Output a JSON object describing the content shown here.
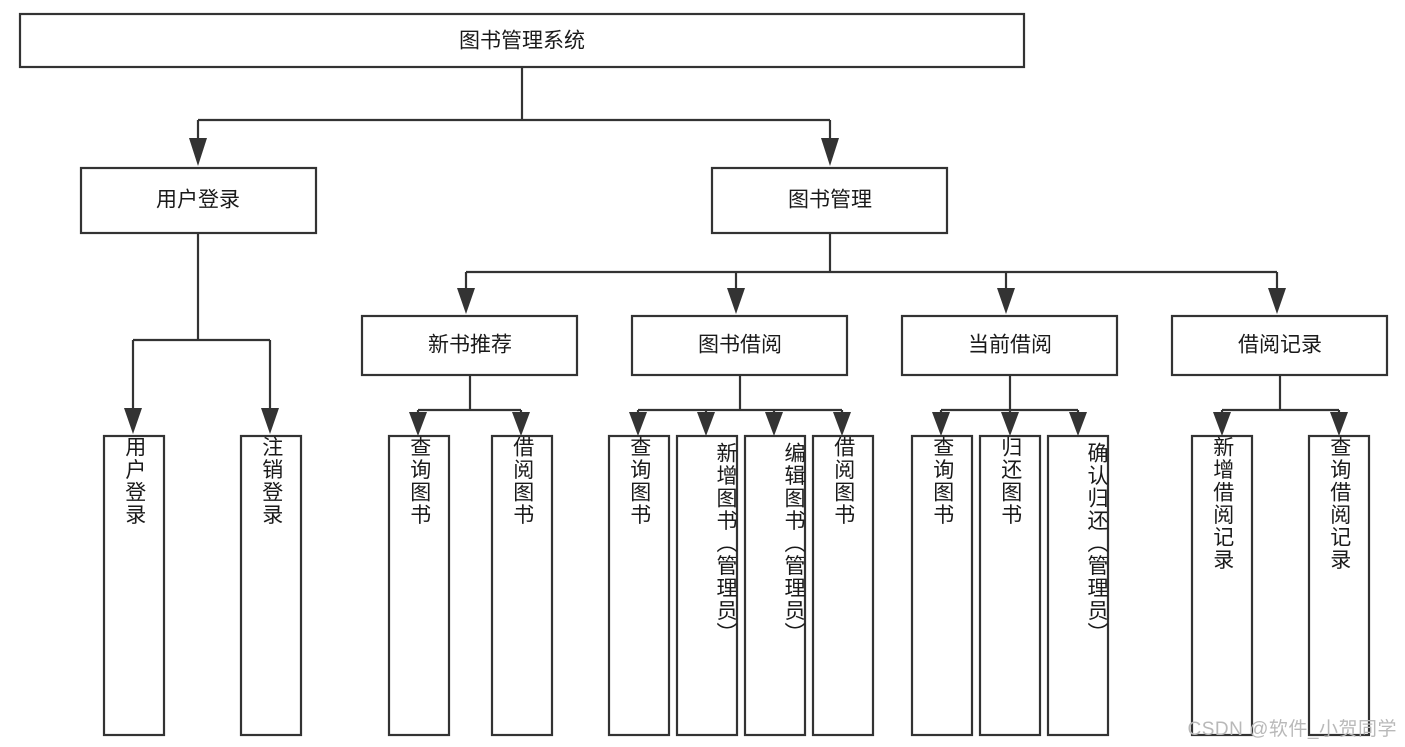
{
  "diagram": {
    "title": "图书管理系统",
    "type": "tree",
    "root": {
      "id": "root",
      "label": "图书管理系统",
      "orientation": "horizontal"
    },
    "level2": [
      {
        "id": "user-login",
        "label": "用户登录",
        "orientation": "horizontal"
      },
      {
        "id": "book-manage",
        "label": "图书管理",
        "orientation": "horizontal"
      }
    ],
    "level3": [
      {
        "id": "new-book-recommend",
        "label": "新书推荐",
        "parent": "book-manage",
        "orientation": "horizontal"
      },
      {
        "id": "book-borrow",
        "label": "图书借阅",
        "parent": "book-manage",
        "orientation": "horizontal"
      },
      {
        "id": "current-borrow",
        "label": "当前借阅",
        "parent": "book-manage",
        "orientation": "horizontal"
      },
      {
        "id": "borrow-record",
        "label": "借阅记录",
        "parent": "book-manage",
        "orientation": "horizontal"
      }
    ],
    "leaves": [
      {
        "id": "leaf-user-login",
        "label": "用户登录",
        "parent": "user-login",
        "orientation": "vertical"
      },
      {
        "id": "leaf-user-logout",
        "label": "注销登录",
        "parent": "user-login",
        "orientation": "vertical"
      },
      {
        "id": "leaf-query-book-1",
        "label": "查询图书",
        "parent": "new-book-recommend",
        "orientation": "vertical"
      },
      {
        "id": "leaf-borrow-book-1",
        "label": "借阅图书",
        "parent": "new-book-recommend",
        "orientation": "vertical"
      },
      {
        "id": "leaf-query-book-2",
        "label": "查询图书",
        "parent": "book-borrow",
        "orientation": "vertical"
      },
      {
        "id": "leaf-add-book",
        "label": "新增图书（管理员）",
        "parent": "book-borrow",
        "orientation": "vertical"
      },
      {
        "id": "leaf-edit-book",
        "label": "编辑图书（管理员）",
        "parent": "book-borrow",
        "orientation": "vertical"
      },
      {
        "id": "leaf-borrow-book-2",
        "label": "借阅图书",
        "parent": "book-borrow",
        "orientation": "vertical"
      },
      {
        "id": "leaf-query-book-3",
        "label": "查询图书",
        "parent": "current-borrow",
        "orientation": "vertical"
      },
      {
        "id": "leaf-return-book",
        "label": "归还图书",
        "parent": "current-borrow",
        "orientation": "vertical"
      },
      {
        "id": "leaf-confirm-return",
        "label": "确认归还（管理员）",
        "parent": "current-borrow",
        "orientation": "vertical"
      },
      {
        "id": "leaf-add-record",
        "label": "新增借阅记录",
        "parent": "borrow-record",
        "orientation": "vertical"
      },
      {
        "id": "leaf-query-record",
        "label": "查询借阅记录",
        "parent": "borrow-record",
        "orientation": "vertical"
      }
    ],
    "colors": {
      "stroke": "#333333",
      "fill": "#ffffff",
      "text": "#1a1a1a",
      "watermark": "#b9b9b9",
      "background": "#ffffff"
    }
  },
  "watermark": {
    "text": "CSDN @软件_小贺同学"
  }
}
